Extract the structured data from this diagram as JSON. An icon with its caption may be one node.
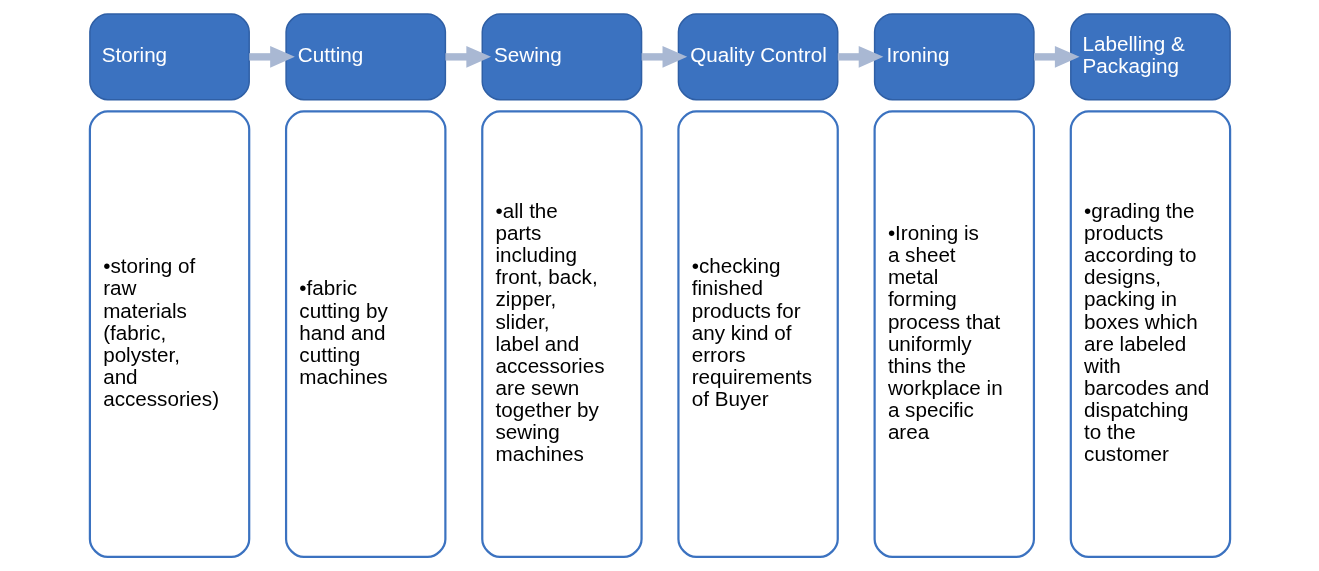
{
  "diagram": {
    "nodes": [
      {
        "text": [
          "Storing"
        ]
      },
      {
        "text": [
          "•storing of raw materials (fabric, polyster, and accessories)"
        ]
      },
      {
        "text": [
          "Cutting"
        ]
      },
      {
        "text": [
          "•fabric cutting by hand and cutting machines"
        ]
      },
      {
        "text": [
          "Sewing"
        ]
      },
      {
        "text": [
          "•all the parts including front, back, zipper, slider, label and accessories are sewn together by sewing machines"
        ]
      },
      {
        "text": [
          "Quality Control"
        ]
      },
      {
        "text": [
          "•checking finished products for any kind of errors requirements of Buyer"
        ]
      },
      {
        "text": [
          "Ironing"
        ]
      },
      {
        "text": [
          "•Ironing is a sheet metal forming process that uniformly thins the workplace in a specific area"
        ]
      },
      {
        "text": [
          "Labelling & Packaging"
        ]
      },
      {
        "text": [
          "•grading the products according to designs, packing in boxes which are labeled with barcodes and dispatching to the customer"
        ]
      }
    ],
    "edges": [
      {
        "from": 0,
        "to": 2,
        "arrow": "to"
      },
      {
        "from": 2,
        "to": 4,
        "arrow": "to"
      },
      {
        "from": 4,
        "to": 6,
        "arrow": "to"
      },
      {
        "from": 6,
        "to": 8,
        "arrow": "to"
      },
      {
        "from": 8,
        "to": 10,
        "arrow": "to"
      }
    ]
  }
}
